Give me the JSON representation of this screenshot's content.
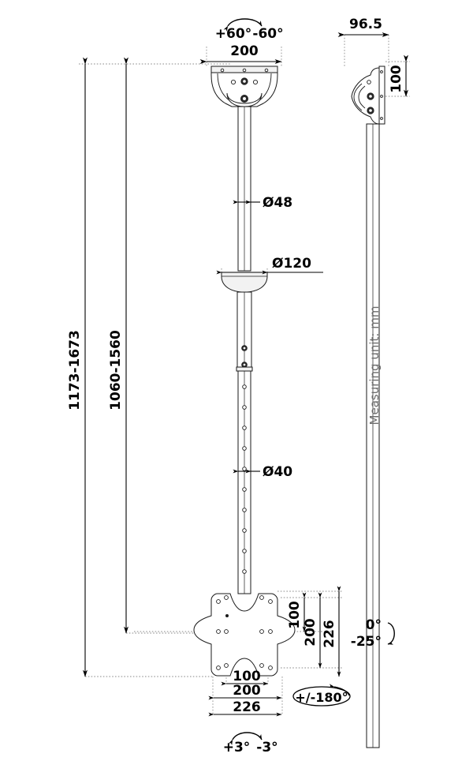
{
  "drawing": {
    "title": "TV ceiling mount technical dimension drawing",
    "unit_note": "Measuring unit: mm",
    "views": {
      "front": "front-elevation",
      "side": "side-elevation"
    }
  },
  "annotations": {
    "top_swivel_pos": "+60°",
    "top_swivel_neg": "-60°",
    "ceiling_plate_width": "200",
    "side_plate_depth": "96.5",
    "side_plate_height": "100",
    "upper_tube_dia": "Ø48",
    "cover_dia": "Ø120",
    "lower_tube_dia": "Ø40",
    "height_outer": "1173-1673",
    "height_inner": "1060-1560",
    "vesa_v_100": "100",
    "vesa_v_200": "200",
    "plate_height_226": "226",
    "vesa_h_100": "100",
    "vesa_h_200": "200",
    "plate_width_226": "226",
    "tilt_zero": "0°",
    "tilt_neg": "-25°",
    "rotation_180": "+/-180°",
    "roll_pos": "+3°",
    "roll_neg": "-3°"
  },
  "colors": {
    "line": "#1a1a1a",
    "dimension": "#000000",
    "extension": "#8a8a8a",
    "note": "#6d6d6d",
    "background": "#ffffff"
  }
}
